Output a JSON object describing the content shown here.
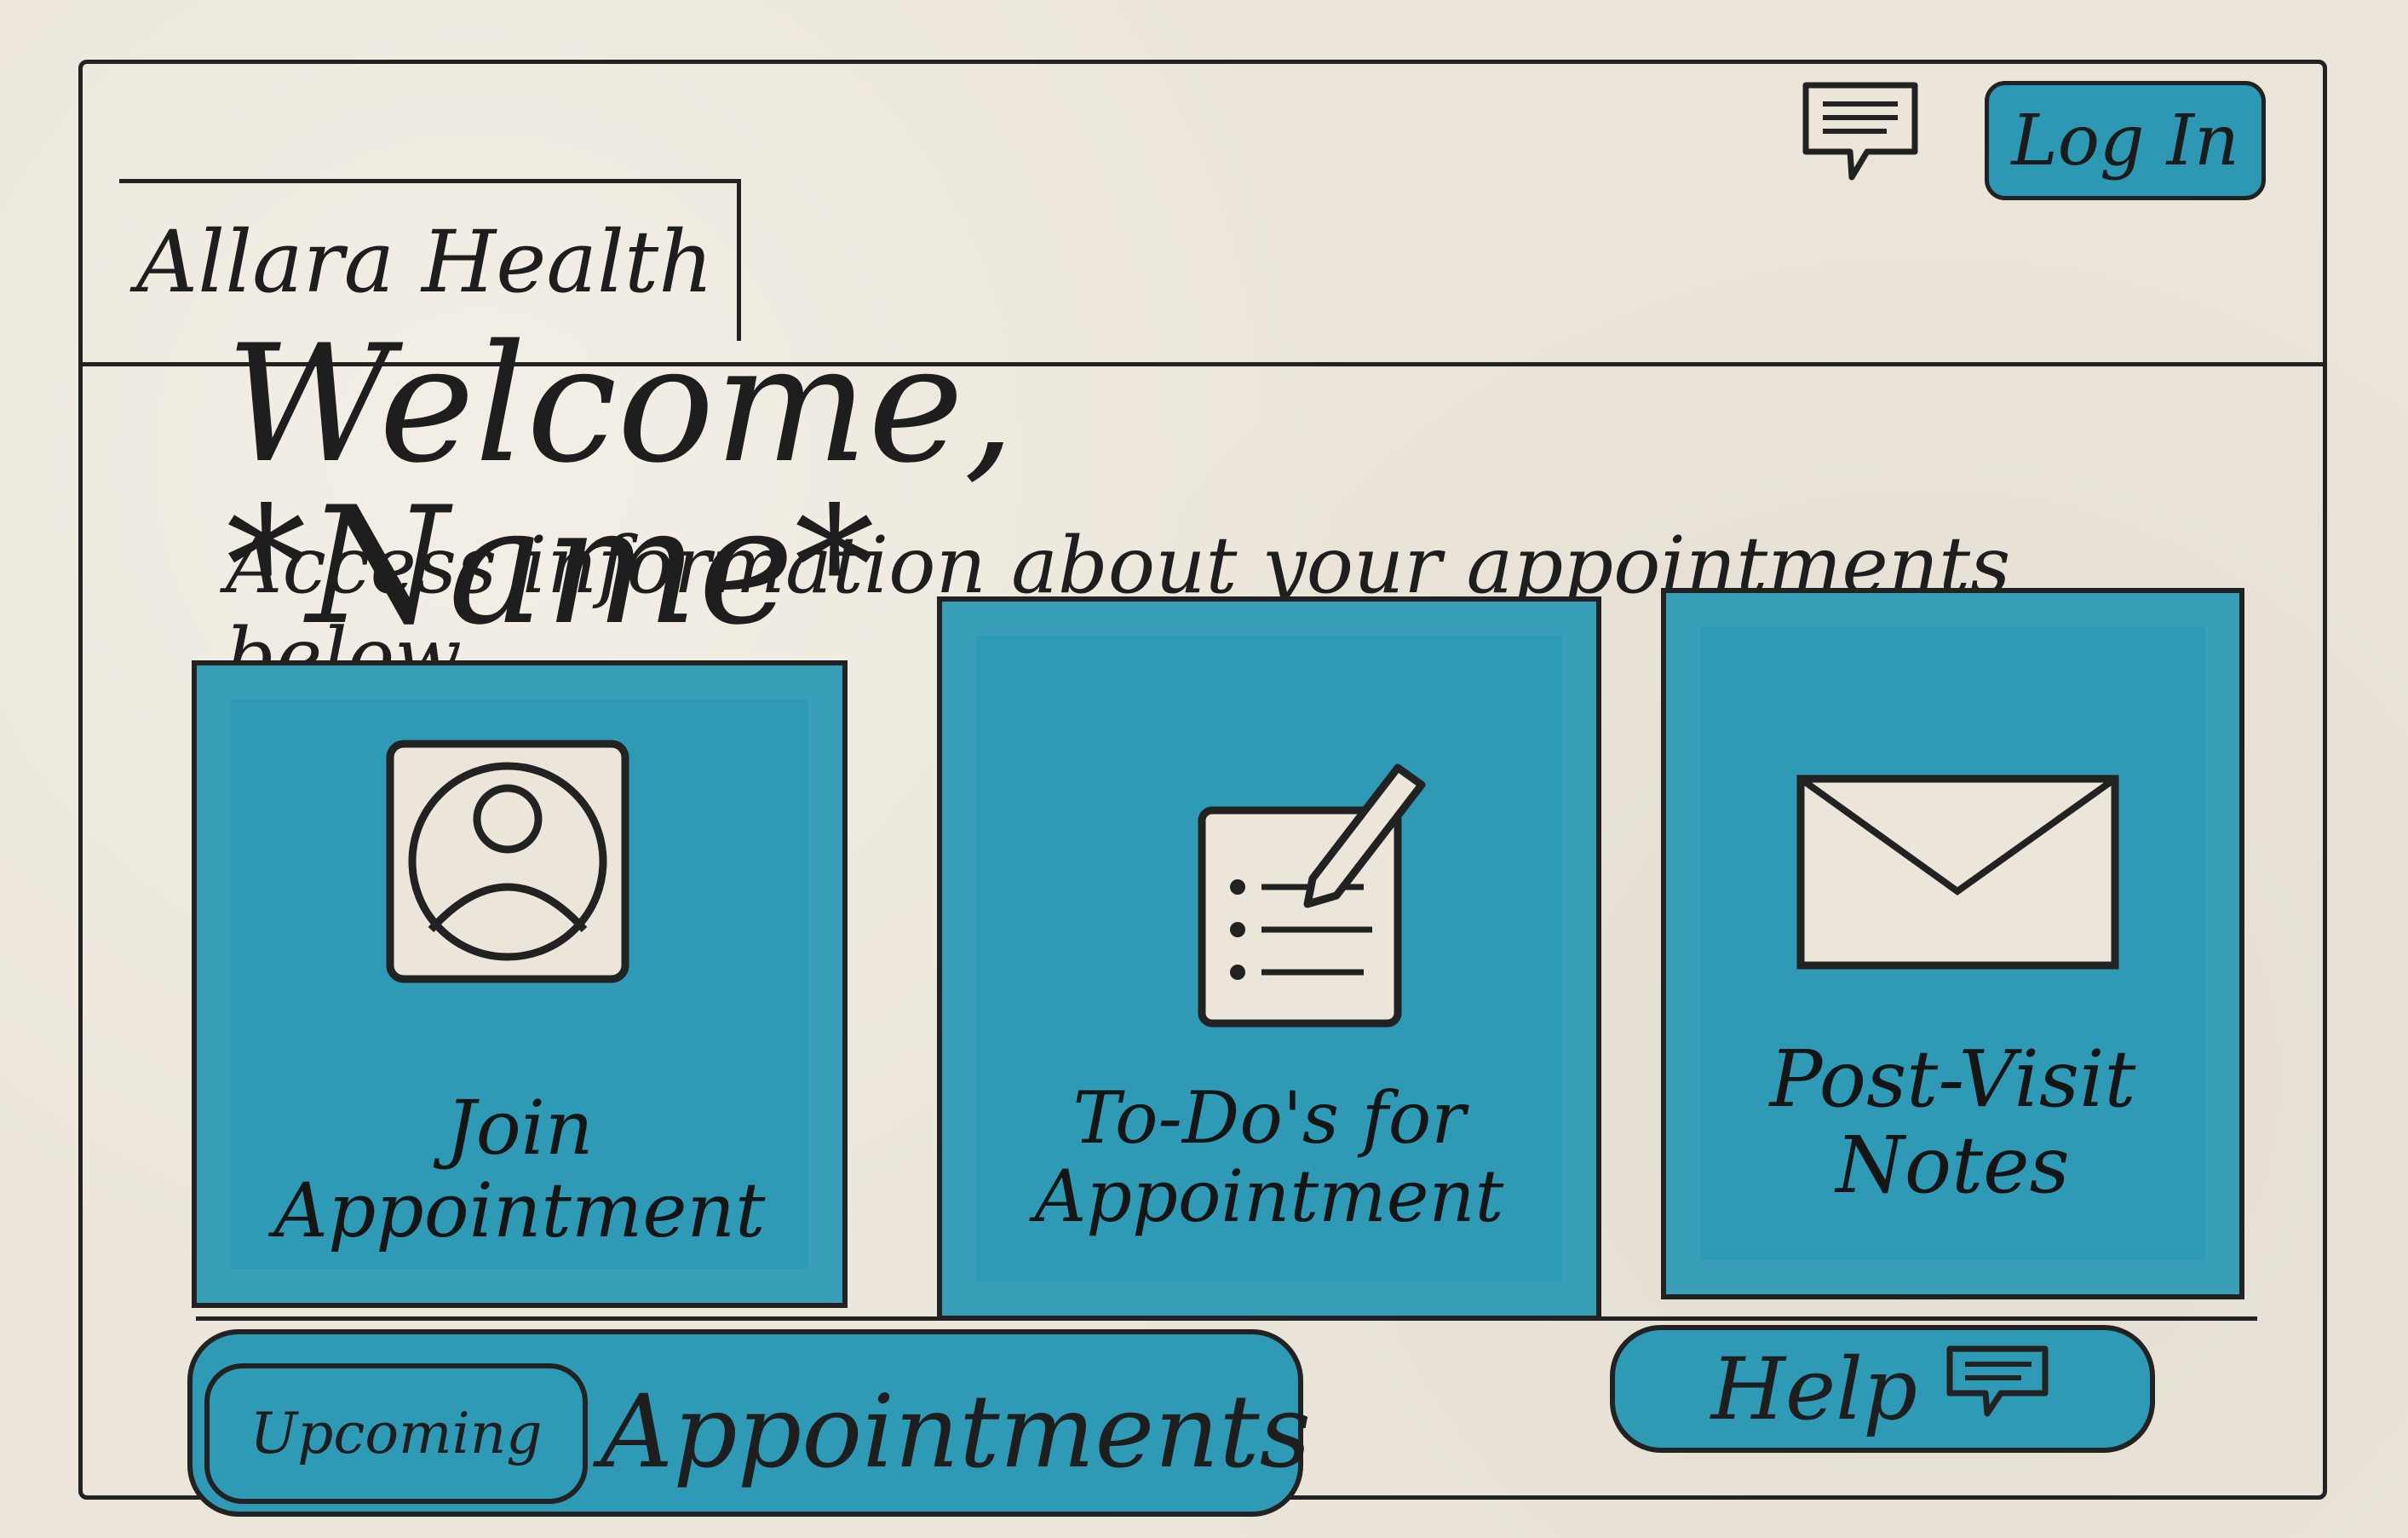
{
  "header": {
    "brand": "Allara Health",
    "chat_icon": "chat-icon",
    "login_label": "Log In"
  },
  "hero": {
    "title": "Welcome, *Name*",
    "subtitle": "Access information about your appointments below"
  },
  "cards": [
    {
      "label": "Join Appointment",
      "icon": "user-profile-icon"
    },
    {
      "label": "To-Do's for Appointment",
      "icon": "notes-icon"
    },
    {
      "label": "Post-Visit Notes",
      "icon": "envelope-icon"
    }
  ],
  "footer": {
    "upcoming_label": "Upcoming",
    "appointments_label": "Appointments",
    "help_label": "Help",
    "help_icon": "chat-icon"
  },
  "colors": {
    "accent": "#2f9ab6",
    "paper": "#ece6da",
    "ink": "#222222"
  }
}
